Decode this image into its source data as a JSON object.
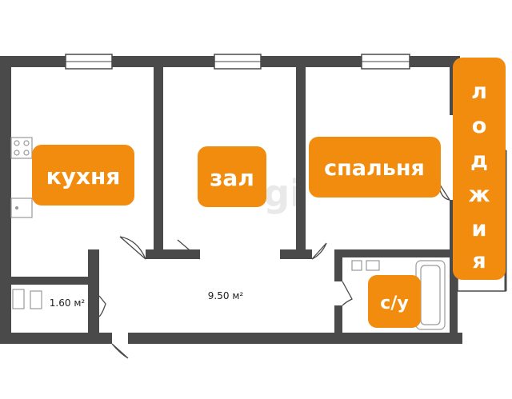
{
  "colors": {
    "wall": "#4a4a4a",
    "tag": "#f28c0f",
    "fixture": "#9a9a9a",
    "window": "#cfcfcf"
  },
  "rooms": {
    "kitchen": {
      "label": "кухня"
    },
    "living": {
      "label": "зал"
    },
    "bedroom": {
      "label": "спальня"
    },
    "bathroom": {
      "label": "с/у"
    },
    "loggia": {
      "letters": [
        "л",
        "о",
        "д",
        "ж",
        "и",
        "я"
      ]
    }
  },
  "areas": {
    "hall": "9.50 м²",
    "closet": "1.60 м²"
  },
  "watermark": "etagi",
  "icons": {
    "stove": "stove-icon",
    "sink": "sink-icon",
    "bathtub": "bathtub-icon",
    "toilet": "toilet-icon"
  }
}
